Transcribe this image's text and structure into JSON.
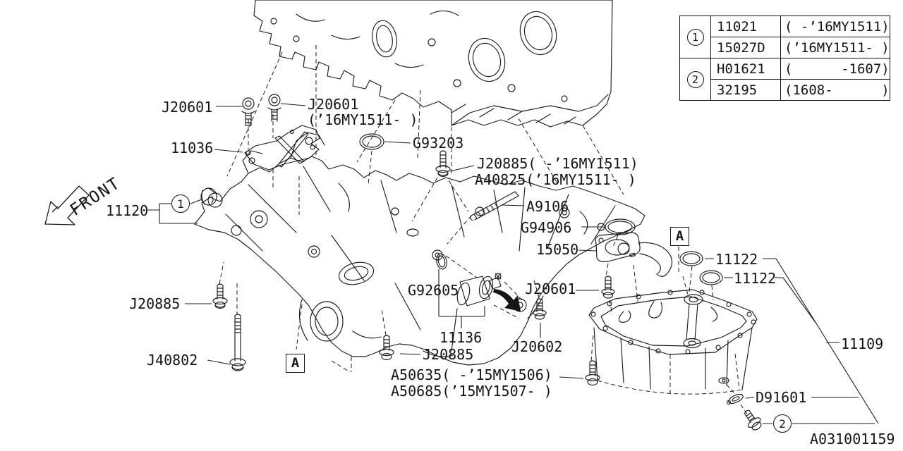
{
  "front_label": "FRONT",
  "drawing_number": "A031001159",
  "markers": {
    "circle_1": "1",
    "circle_2": "2",
    "box_a_left": "A",
    "box_a_right": "A"
  },
  "legend_table": {
    "groups": [
      {
        "symbol": "1",
        "rows": [
          {
            "part": "11021",
            "range": "( -’16MY1511)"
          },
          {
            "part": "15027D",
            "range": "(’16MY1511- )"
          }
        ]
      },
      {
        "symbol": "2",
        "rows": [
          {
            "part": "H01621",
            "range": "(      -1607)"
          },
          {
            "part": "32195",
            "range": "(1608-      )"
          }
        ]
      }
    ]
  },
  "callouts": [
    {
      "id": "j20601-left",
      "text": "J20601"
    },
    {
      "id": "j20601-right",
      "text": "J20601"
    },
    {
      "id": "j20601-right-2",
      "text": "(’16MY1511- )"
    },
    {
      "id": "baffle-11036",
      "text": "11036"
    },
    {
      "id": "g93203",
      "text": "G93203"
    },
    {
      "id": "j20885-range",
      "text": "J20885( -’16MY1511)"
    },
    {
      "id": "a40825-range",
      "text": "A40825(’16MY1511- )"
    },
    {
      "id": "a9106",
      "text": "A9106"
    },
    {
      "id": "g94906",
      "text": "G94906"
    },
    {
      "id": "strainer-15050",
      "text": "15050"
    },
    {
      "id": "pan-upper-11120",
      "text": "11120"
    },
    {
      "id": "g92605",
      "text": "G92605"
    },
    {
      "id": "j20601-mid",
      "text": "J20601"
    },
    {
      "id": "oring-11122-a",
      "text": "11122"
    },
    {
      "id": "oring-11122-b",
      "text": "11122"
    },
    {
      "id": "j20885-left",
      "text": "J20885"
    },
    {
      "id": "switch-11136",
      "text": "11136"
    },
    {
      "id": "j20602",
      "text": "J20602"
    },
    {
      "id": "j40802",
      "text": "J40802"
    },
    {
      "id": "j20885-bottom",
      "text": "J20885"
    },
    {
      "id": "a50635-range",
      "text": "A50635( -’15MY1506)"
    },
    {
      "id": "a50685-range",
      "text": "A50685(’15MY1507- )"
    },
    {
      "id": "pan-lower-11109",
      "text": "11109"
    },
    {
      "id": "d91601",
      "text": "D91601"
    }
  ]
}
